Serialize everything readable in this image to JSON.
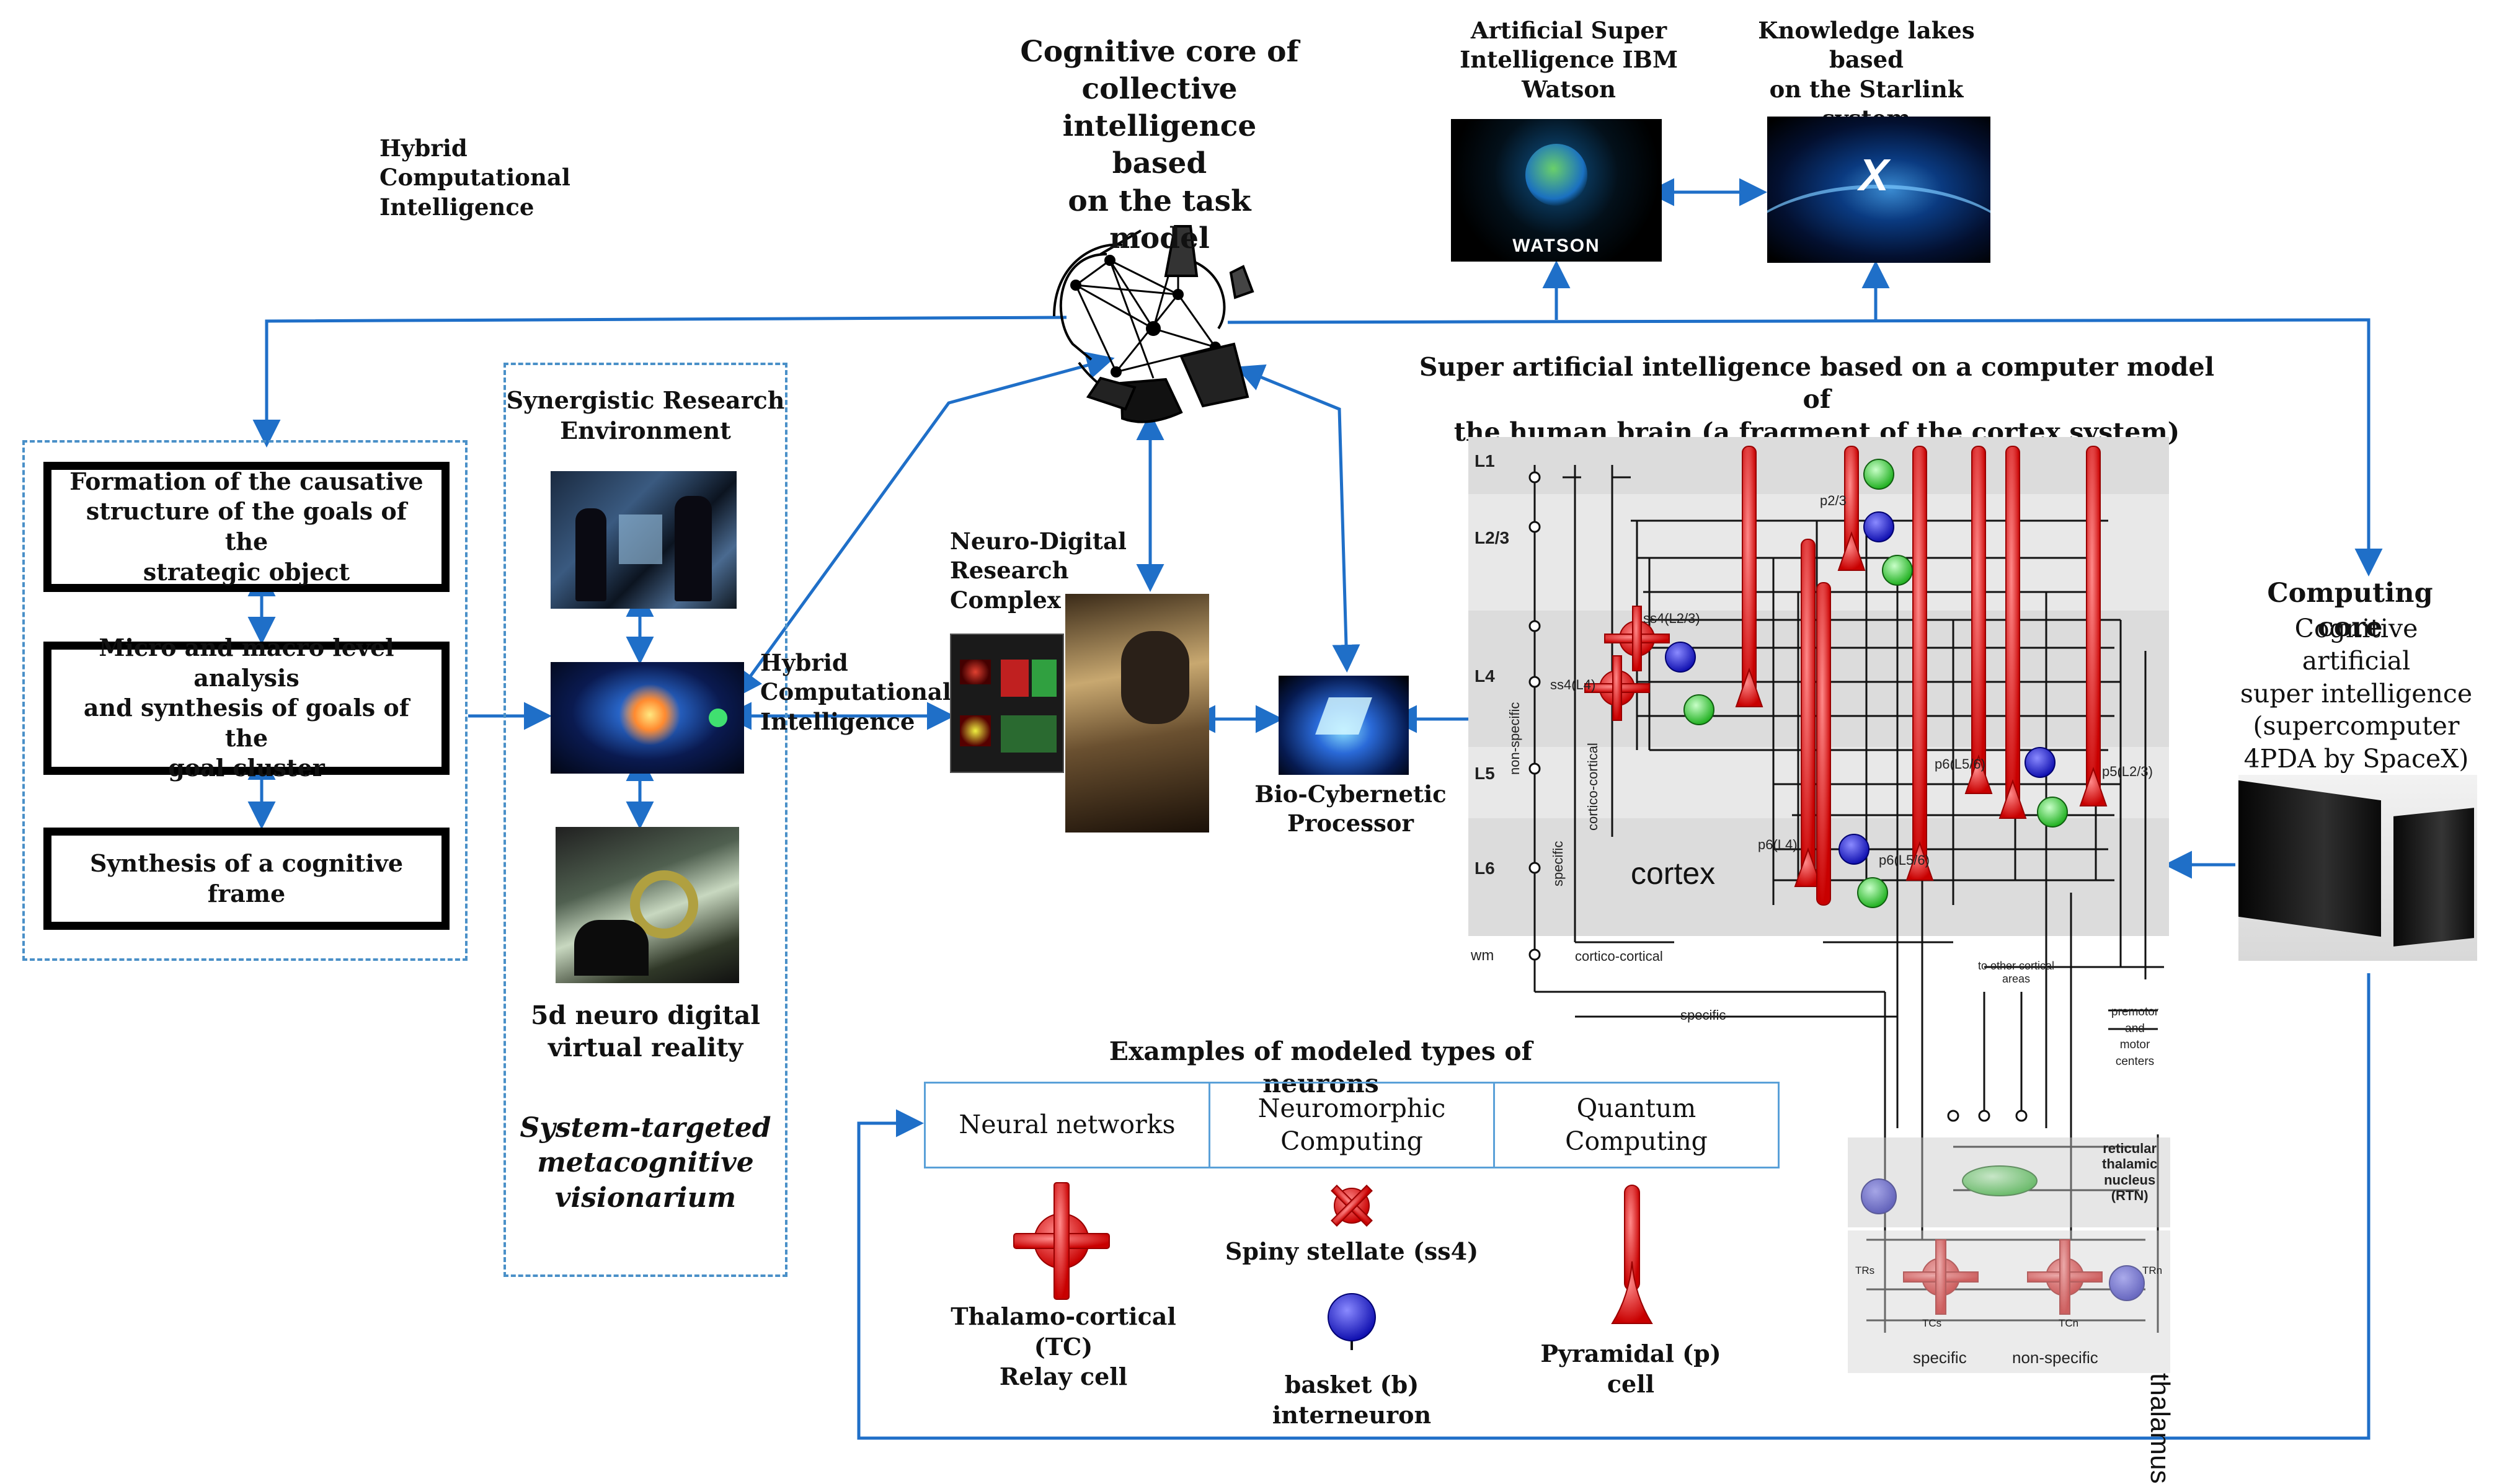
{
  "header": {
    "hybrid_top": "Hybrid\nComputational\nIntelligence",
    "cognitive_core": "Cognitive core of\ncollective\nintelligence based\non the task model",
    "watson_label": "Artificial Super\nIntelligence IBM\nWatson",
    "watson_logo": "WATSON",
    "starlink_label": "Knowledge lakes based\non the Starlink system\n(SpaceX)",
    "spacex_logo": "X"
  },
  "goals": {
    "box1": "Formation of the causative\nstructure of the goals of the\nstrategic object",
    "box2": "Micro and macro level analysis\nand synthesis of goals of the\ngoal cluster",
    "box3": "Synthesis of a cognitive\nframe"
  },
  "research": {
    "synergistic": "Synergistic Research\nEnvironment",
    "five_d": "5d neuro digital\nvirtual reality",
    "visionarium": "System-targeted\nmetacognitive\nvisionarium",
    "hybrid_mid": "Hybrid\nComputational\nIntelligence",
    "neuro_digital": "Neuro-Digital\nResearch\nComplex",
    "bio_cyber": "Bio-Cybernetic\nProcessor"
  },
  "brain": {
    "title": "Super artificial intelligence based on a computer model of\nthe human brain (a fragment of the cortex system)",
    "layers": [
      "L1",
      "L2/3",
      "L4",
      "L5",
      "L6",
      "wm"
    ],
    "cortex_word": "cortex",
    "thalamus_word": "thalamus",
    "labels": {
      "ss4_l23": "ss4(L2/3)",
      "ss4_l4": "ss4(L4)",
      "p23": "p2/3",
      "p6_l56": "p6(L5/6)",
      "p5_l23": "p5(L2/3)",
      "p6_l4": "p6(L4)",
      "p6_l56b": "p6(L5/6)",
      "non_specific_v": "non-specific",
      "specific_v": "specific",
      "cortico_cortical_v": "cortico-cortical",
      "cortico_cortical_h": "cortico-cortical",
      "specific_h": "specific",
      "other_cortical": "to other cortical\nareas",
      "premotor": "premotor\nand\nmotor\ncenters",
      "rtn": "reticular\nthalamic\nnucleus\n(RTN)",
      "specific_bottom": "specific",
      "non_specific_bottom": "non-specific",
      "tc_s": "TCs",
      "tc_n": "TCn",
      "tr_s": "TRs",
      "tr_n": "TRn"
    }
  },
  "computing": {
    "title": "Computing core",
    "desc": "Cognitive artificial\nsuper intelligence\n(supercomputer\n4PDA by SpaceX)"
  },
  "examples": {
    "title": "Examples of modeled types of neurons",
    "table": [
      "Neural networks",
      "Neuromorphic\nComputing",
      "Quantum\nComputing"
    ],
    "tc_label": "Thalamo-cortical (TC)\nRelay cell",
    "spiny_label": "Spiny stellate (ss4)",
    "basket_label": "basket (b) interneuron",
    "pyramidal_label": "Pyramidal (p) cell"
  },
  "colors": {
    "arrow_blue": "#1f6fc8",
    "neuron_red": "#e01010",
    "neuron_blue": "#2020d8",
    "neuron_green": "#40d040",
    "dash_blue": "#4a90c8"
  }
}
